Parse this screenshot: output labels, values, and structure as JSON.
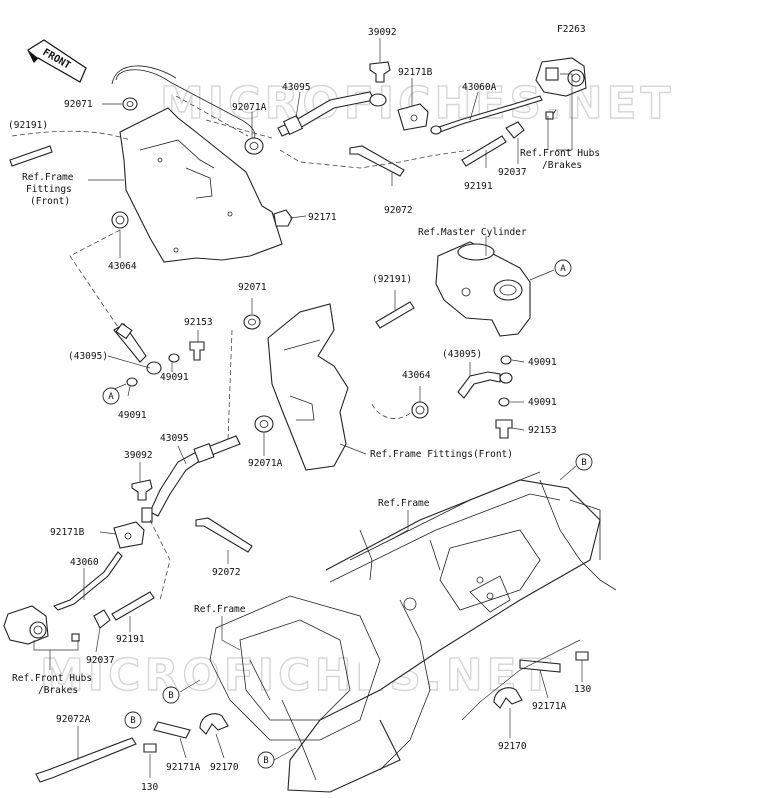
{
  "figure_code": "F2263",
  "front_arrow": "FRONT",
  "watermark": "MICROFICHES.NET",
  "labels": {
    "l39092_top": "39092",
    "l43095_top": "43095",
    "l92171B_top": "92171B",
    "l43060A": "43060A",
    "l92071_top": "92071",
    "l92071A_top": "92071A",
    "l92191_paren_top": "(92191)",
    "l92037_top": "92037",
    "l92191_top": "92191",
    "l92072_top": "92072",
    "l92171_top": "92171",
    "l43064_top": "43064",
    "ref_front_hubs_top_1": "Ref.Front Hubs",
    "ref_front_hubs_top_2": "/Brakes",
    "ref_frame_fittings_1": "Ref.Frame",
    "ref_frame_fittings_2": "Fittings",
    "ref_frame_fittings_3": "(Front)",
    "ref_master_cylinder": "Ref.Master Cylinder",
    "l92191_paren_mid": "(92191)",
    "l92071_mid": "92071",
    "l92153_left": "92153",
    "l43095_paren_left": "(43095)",
    "l49091_left_a": "49091",
    "l49091_left_b": "49091",
    "l43095_paren_right": "(43095)",
    "l43064_mid": "43064",
    "l49091_right_a": "49091",
    "l49091_right_b": "49091",
    "l92153_right": "92153",
    "l43095_mid": "43095",
    "l92071A_mid": "92071A",
    "ref_frame_fittings_front": "Ref.Frame Fittings(Front)",
    "l39092_mid": "39092",
    "l92171B_mid": "92171B",
    "l43060": "43060",
    "l92072_mid": "92072",
    "ref_frame_right": "Ref.Frame",
    "ref_frame_bottom": "Ref.Frame",
    "l92191_bottom": "92191",
    "l92037_bottom": "92037",
    "ref_front_hubs_bottom_1": "Ref.Front Hubs",
    "ref_front_hubs_bottom_2": "/Brakes",
    "l92072A": "92072A",
    "l92171A_bottom": "92171A",
    "l92170_bottom": "92170",
    "l130_bottom": "130",
    "l130_right": "130",
    "l92171A_right": "92171A",
    "l92170_right": "92170"
  },
  "callouts": {
    "a1": "A",
    "a2": "A",
    "b1": "B",
    "b2": "B",
    "b3": "B",
    "b4": "B"
  },
  "colors": {
    "line": "#222222",
    "watermark": "#d6d6d6",
    "background": "#ffffff"
  }
}
